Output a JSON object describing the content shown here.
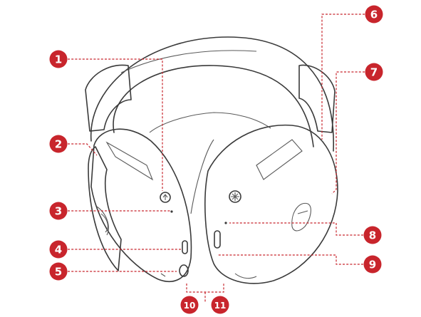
{
  "colors": {
    "callout": "#c8252c",
    "line_art": "#3a3a3a"
  },
  "callouts": [
    {
      "number": "1"
    },
    {
      "number": "2"
    },
    {
      "number": "3"
    },
    {
      "number": "4"
    },
    {
      "number": "5"
    },
    {
      "number": "6"
    },
    {
      "number": "7"
    },
    {
      "number": "8"
    },
    {
      "number": "9"
    },
    {
      "number": "10"
    },
    {
      "number": "11"
    }
  ]
}
